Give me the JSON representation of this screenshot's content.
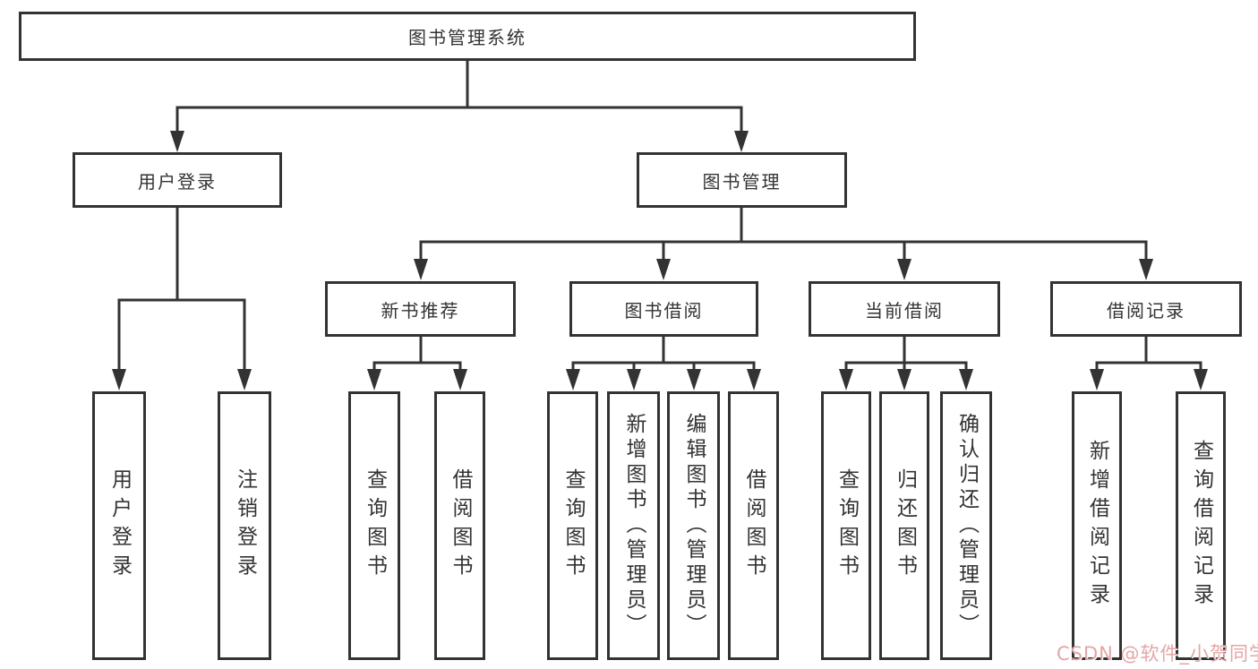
{
  "root": {
    "label": "图书管理系统"
  },
  "login_branch": {
    "label": "用户登录",
    "children": [
      {
        "label": "用户登录"
      },
      {
        "label": "注销登录"
      }
    ]
  },
  "management_branch": {
    "label": "图书管理",
    "groups": [
      {
        "label": "新书推荐",
        "children": [
          {
            "label": "查询图书"
          },
          {
            "label": "借阅图书"
          }
        ]
      },
      {
        "label": "图书借阅",
        "children": [
          {
            "label": "查询图书"
          },
          {
            "label": "新增图书（管理员）"
          },
          {
            "label": "编辑图书（管理员）"
          },
          {
            "label": "借阅图书"
          }
        ]
      },
      {
        "label": "当前借阅",
        "children": [
          {
            "label": "查询图书"
          },
          {
            "label": "归还图书"
          },
          {
            "label": "确认归还（管理员）"
          }
        ]
      },
      {
        "label": "借阅记录",
        "children": [
          {
            "label": "新增借阅记录"
          },
          {
            "label": "查询借阅记录"
          }
        ]
      }
    ]
  },
  "watermark": {
    "text": "CSDN @软件_小贺同学"
  },
  "colors": {
    "line": "#333333",
    "text": "#333333",
    "box_background": "#ffffff",
    "page_background": "#ffffff",
    "watermark": "#e3a6a6"
  }
}
